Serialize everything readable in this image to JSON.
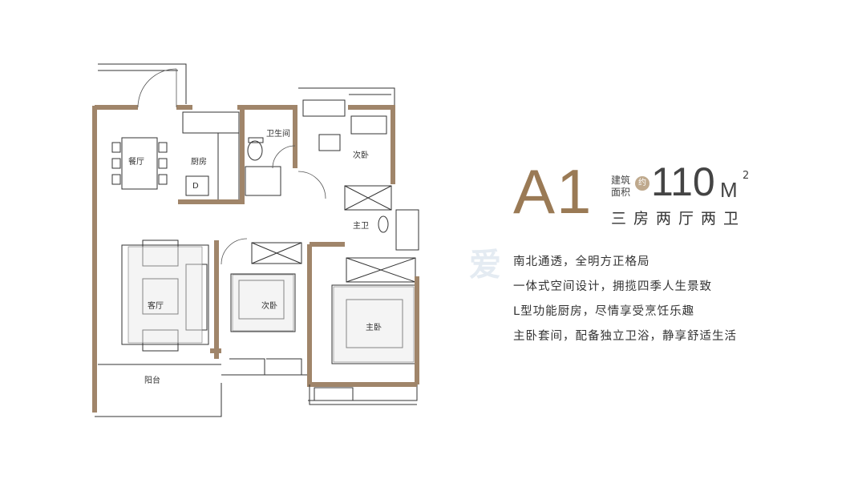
{
  "plan": {
    "rooms": {
      "dining": "餐厅",
      "kitchen": "厨房",
      "bathroom": "卫生间",
      "second_bedroom_top": "次卧",
      "master_bath": "主卫",
      "living": "客厅",
      "second_bedroom_mid": "次卧",
      "master_bedroom": "主卧",
      "balcony": "阳台"
    },
    "kitchen_appliance_letter": "D",
    "wall_color": "#a0856a"
  },
  "info": {
    "unit_code": "A1",
    "area_caption_line1": "建筑",
    "area_caption_line2": "面积",
    "approx_badge": "约",
    "area_value": "110",
    "area_unit": "M",
    "area_superscript": "2",
    "layout_summary": "三房两厅两卫",
    "features": [
      "南北通透，全明方正格局",
      "一体式空间设计，拥揽四季人生景致",
      "L型功能厨房，尽情享受烹饪乐趣",
      "主卧套间，配备独立卫浴，静享舒适生活"
    ]
  },
  "watermark": "爱"
}
